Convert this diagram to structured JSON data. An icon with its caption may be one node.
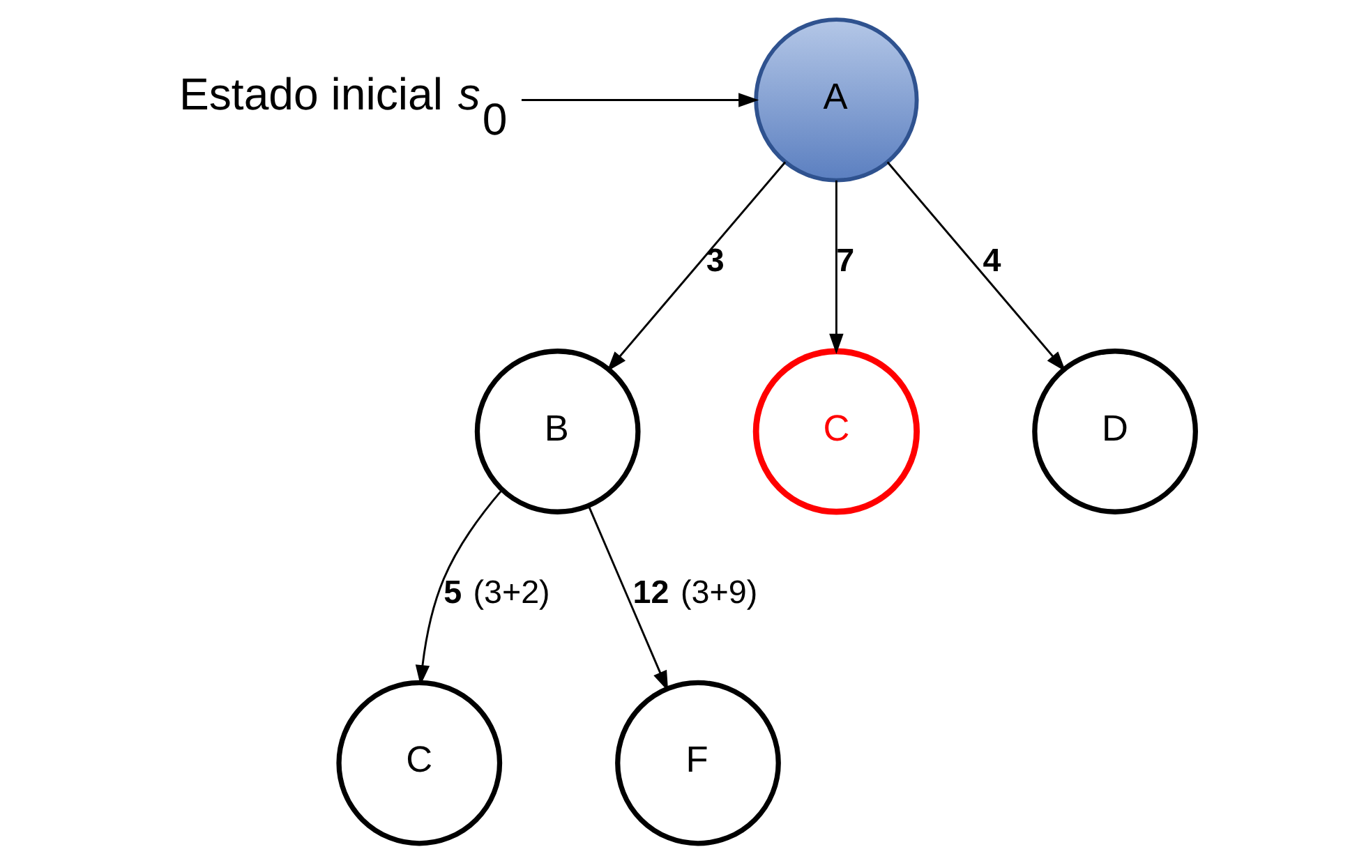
{
  "diagram": {
    "nodes": [
      {
        "text": [
          "Estado inicial *s*$_{0}$"
        ]
      },
      {
        "text": [
          "A"
        ]
      },
      {
        "text": [
          "B"
        ]
      },
      {
        "text": [
          "C"
        ]
      },
      {
        "text": [
          "D"
        ]
      },
      {
        "text": [
          "C"
        ]
      },
      {
        "text": [
          "F"
        ]
      }
    ],
    "edges": [
      {
        "from": 0,
        "to": 1,
        "arrow": "to"
      },
      {
        "from": 1,
        "to": 2,
        "arrow": "to",
        "label": "**3**"
      },
      {
        "from": 1,
        "to": 3,
        "arrow": "to",
        "label": "**7**"
      },
      {
        "from": 1,
        "to": 4,
        "arrow": "to",
        "label": "**4**"
      },
      {
        "from": 2,
        "to": 5,
        "arrow": "to",
        "label": "**5** (3+2)"
      },
      {
        "from": 2,
        "to": 6,
        "arrow": "to",
        "label": "**12** (3+9)"
      }
    ]
  }
}
